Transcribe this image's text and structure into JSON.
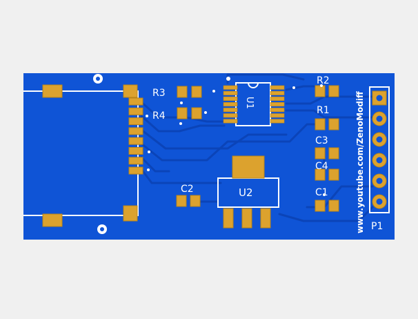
{
  "board": {
    "colors": {
      "background": "#f0f0f0",
      "copper": "#0f54d6",
      "copper_dark": "#0a3fb0",
      "trace": "#0b44b8",
      "pad": "#dca22e",
      "pad_edge": "#b88418",
      "silk": "#ffffff",
      "outline": "#ffffff"
    },
    "labels": {
      "r3": "R3",
      "r4": "R4",
      "r2": "R2",
      "r1": "R1",
      "c3": "C3",
      "c4": "C4",
      "c1": "C1",
      "c2": "C2",
      "u1": "U1",
      "u2": "U2",
      "p1": "P1",
      "credit": "www.youtube.com/ZenoModiff"
    },
    "connector_pins": 6,
    "card_slot_pins": 8,
    "chip_pins_per_side": 7
  }
}
